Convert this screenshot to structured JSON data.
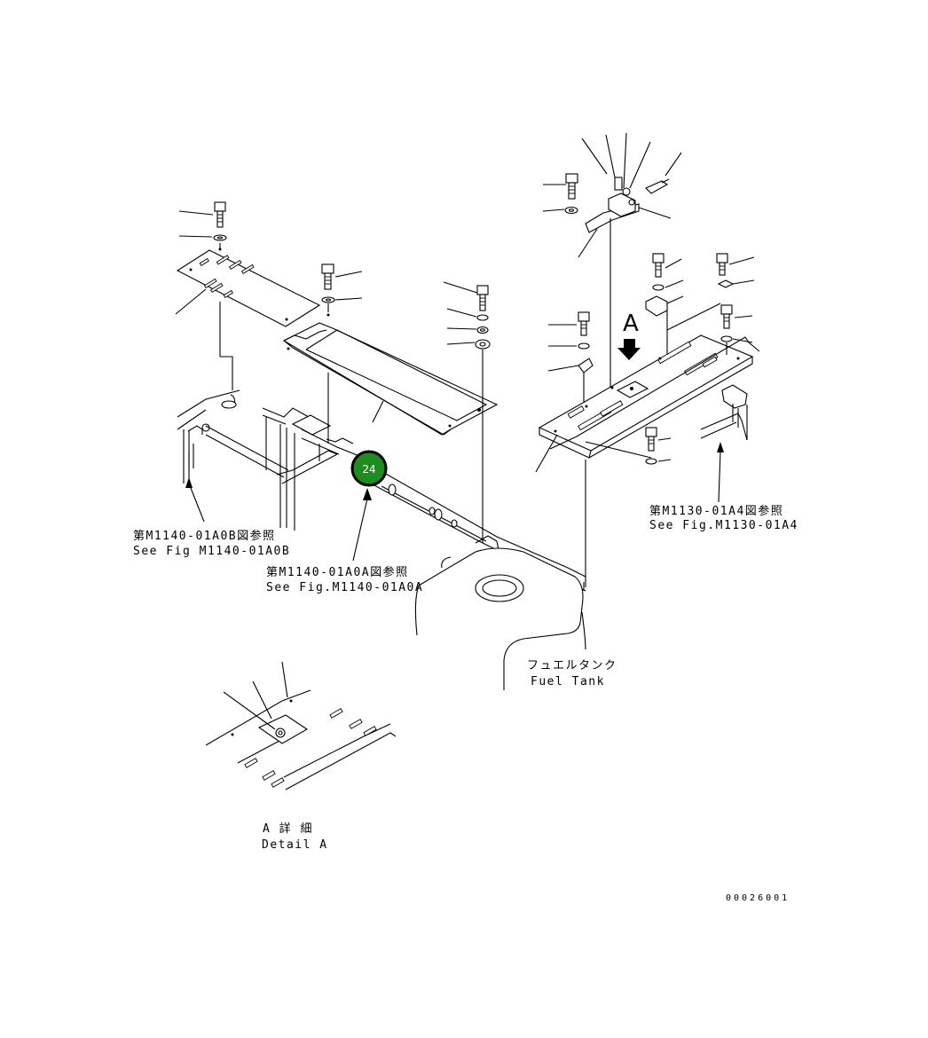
{
  "labels": {
    "ref_b_jp": "第M1140-01A0B図参照",
    "ref_b_en": "See Fig M1140-01A0B",
    "ref_a_jp": "第M1140-01A0A図参照",
    "ref_a_en": "See Fig.M1140-01A0A",
    "ref_4_jp": "第M1130-01A4図参照",
    "ref_4_en": "See Fig.M1130-01A4",
    "fuel_jp": "フュエルタンク",
    "fuel_en": "Fuel Tank",
    "detail_jp": "A 詳 細",
    "detail_en": "Detail A",
    "view_letter": "A"
  },
  "callout": {
    "number": "24",
    "color": "#1e8c1e"
  },
  "drawing_code": "00026001"
}
